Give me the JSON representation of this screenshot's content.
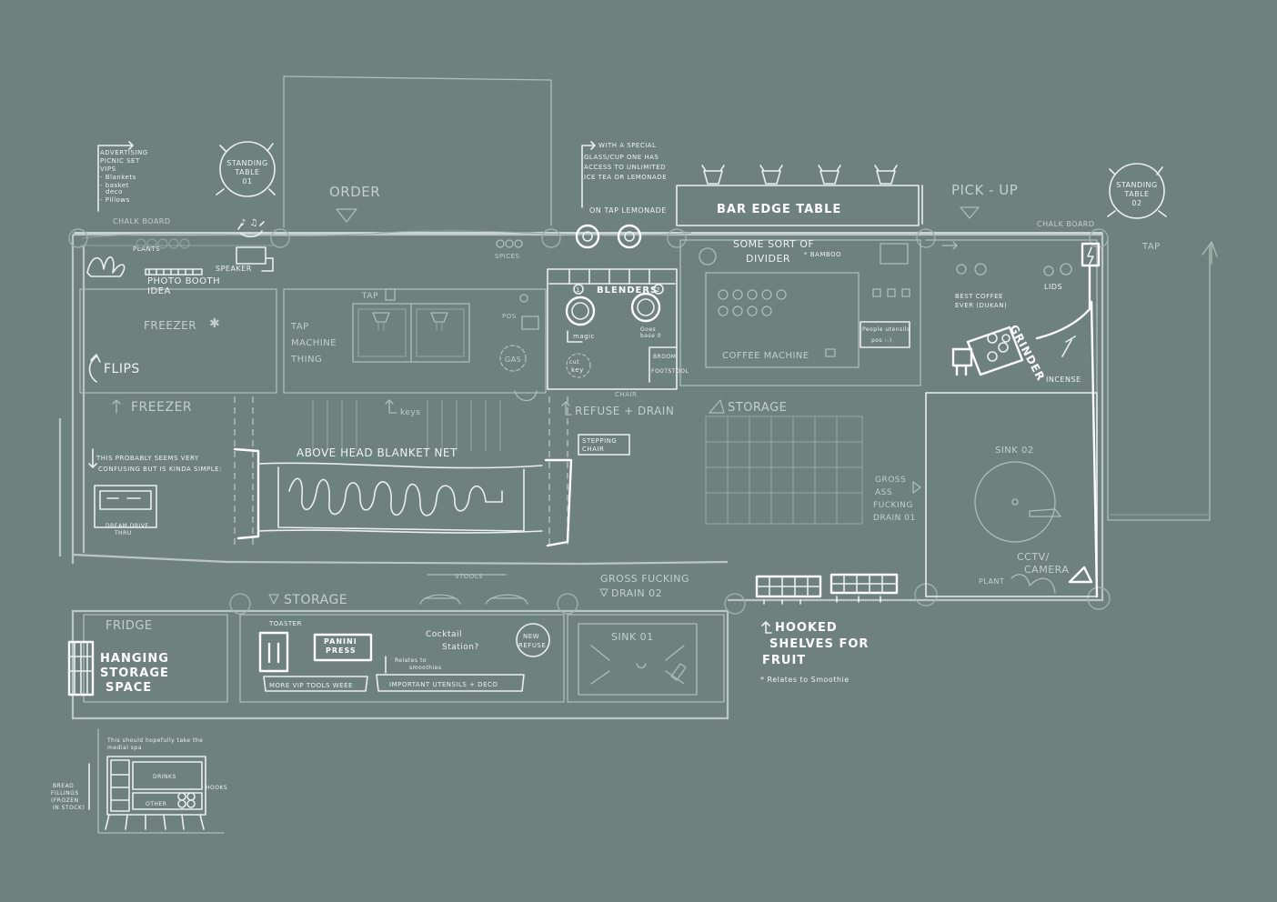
{
  "floorplan": {
    "order": "ORDER",
    "pick_up": "PICK - UP",
    "tap": "TAP",
    "standing_table_1": [
      "STANDING",
      "TABLE",
      "01"
    ],
    "standing_table_2": [
      "STANDING",
      "TABLE",
      "02"
    ],
    "chalk_board_left": "CHALK BOARD",
    "chalk_board_right": "CHALK BOARD",
    "advertising": [
      "ADVERTISING",
      "PICNIC SET",
      "VIPS",
      "- Blankets",
      "- basket",
      "deco",
      "- Pillows"
    ],
    "plants": "PLANTS",
    "photo_booth": [
      "PHOTO BOOTH",
      "IDEA"
    ],
    "speaker": "SPEAKER",
    "freezer": "FREEZER",
    "flips": "FLIPS",
    "freezer_arrow": "FREEZER",
    "tap_machine_label": "TAP",
    "tap_machine": [
      "TAP",
      "MACHINE",
      "THING"
    ],
    "spices": "SPICES",
    "pos_left": "POS",
    "gas": "GAS",
    "keys_arrow": "keys",
    "special_glass_note": [
      "WITH A SPECIAL",
      "GLASS/CUP ONE HAS",
      "ACCESS TO UNLIMITED",
      "ICE TEA OR LEMONADE"
    ],
    "on_tap_lemonade": "ON TAP LEMONADE",
    "blenders": "BLENDERS",
    "blender_num_1": "1",
    "blender_num_2": "2",
    "magic_base": "magic",
    "blender_note": [
      "Goes",
      "base 0"
    ],
    "key_circle": [
      "cut",
      "key"
    ],
    "broom": "BROOM",
    "footstool": "FOOTSTOOL",
    "bar_edge_table": "BAR EDGE TABLE",
    "divider": [
      "SOME SORT OF",
      "DIVIDER",
      "* BAMBOO"
    ],
    "coffee_machine": "COFFEE MACHINE",
    "people_utensils": [
      "People utensils",
      "pos :-)"
    ],
    "grinder": "GRINDER",
    "incense": "INCENSE",
    "lids": "LIDS",
    "best_coffee": [
      "BEST COFFEE",
      "EVER (DUKAN)"
    ],
    "refuse_drain": "REFUSE + DRAIN",
    "chair": "CHAIR",
    "stepping_chair": [
      "STEPPING",
      "CHAIR"
    ],
    "storage_mid": "STORAGE",
    "gross_ass": [
      "GROSS",
      "ASS",
      "FUCKING",
      "DRAIN 01"
    ],
    "sink_02": "SINK 02",
    "cctv": [
      "CCTV/",
      "CAMERA"
    ],
    "plant": "PLANT",
    "blanket_net": "ABOVE HEAD BLANKET NET",
    "confusing_note": [
      "THIS PROBABLY SEEMS VERY",
      "CONFUSING BUT IS KINDA SIMPLE:"
    ],
    "drive_thru": [
      "DREAM DRIVE",
      "THRU"
    ],
    "storage_low": "STORAGE",
    "stools": "STOOLS",
    "gross_drain_02": [
      "GROSS FUCKING",
      "DRAIN 02"
    ],
    "fridge": "FRIDGE",
    "hanging_storage": [
      "HANGING",
      "STORAGE",
      "SPACE"
    ],
    "toaster": "TOASTER",
    "panini_press": [
      "PANINI",
      "PRESS"
    ],
    "cocktail": [
      "Cocktail",
      "Station?"
    ],
    "new_refuse": [
      "NEW",
      "REFUSE"
    ],
    "relates_smoothies": [
      "Relates to",
      "smoothies"
    ],
    "more_vip_tools": "MORE VIP TOOLS WEEE",
    "important_utensils": "IMPORTANT UTENSILS + DECO",
    "sink_01": "SINK 01",
    "hooked_shelves": [
      "HOOKED",
      "SHELVES FOR",
      "FRUIT"
    ],
    "relates_smoothie": "* Relates to Smoothie",
    "bottom_note": [
      "This should hopefully take the",
      "medial spa"
    ],
    "bread_fillings": [
      "BREAD",
      "FILLINGS",
      "(FROZEN",
      "IN STOCK)"
    ],
    "drinks": "DRINKS",
    "other": "OTHER",
    "hooks": "HOOKS"
  }
}
